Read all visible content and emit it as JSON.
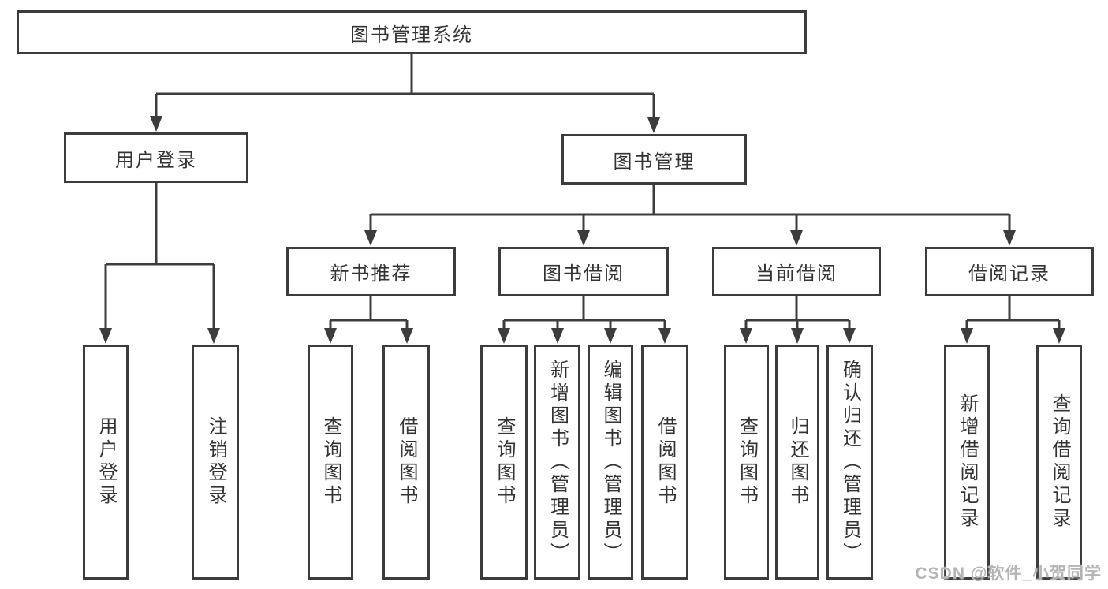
{
  "diagram_title": "图书管理系统",
  "tree": {
    "label": "图书管理系统",
    "children": [
      {
        "label": "用户登录",
        "children": [
          {
            "label": "用户登录"
          },
          {
            "label": "注销登录"
          }
        ]
      },
      {
        "label": "图书管理",
        "children": [
          {
            "label": "新书推荐",
            "children": [
              {
                "label": "查询图书"
              },
              {
                "label": "借阅图书"
              }
            ]
          },
          {
            "label": "图书借阅",
            "children": [
              {
                "label": "查询图书"
              },
              {
                "label": "新增图书（管理员）"
              },
              {
                "label": "编辑图书（管理员）"
              },
              {
                "label": "借阅图书"
              }
            ]
          },
          {
            "label": "当前借阅",
            "children": [
              {
                "label": "查询图书"
              },
              {
                "label": "归还图书"
              },
              {
                "label": "确认归还（管理员）"
              }
            ]
          },
          {
            "label": "借阅记录",
            "children": [
              {
                "label": "新增借阅记录"
              },
              {
                "label": "查询借阅记录"
              }
            ]
          }
        ]
      }
    ]
  },
  "watermark": {
    "text": "CSDN @软件_小贺同学"
  },
  "colors": {
    "line": "#3c3c3c",
    "box_border": "#3c3c3c",
    "text": "#333333",
    "background": "#ffffff",
    "watermark": "#b5b5b5"
  }
}
